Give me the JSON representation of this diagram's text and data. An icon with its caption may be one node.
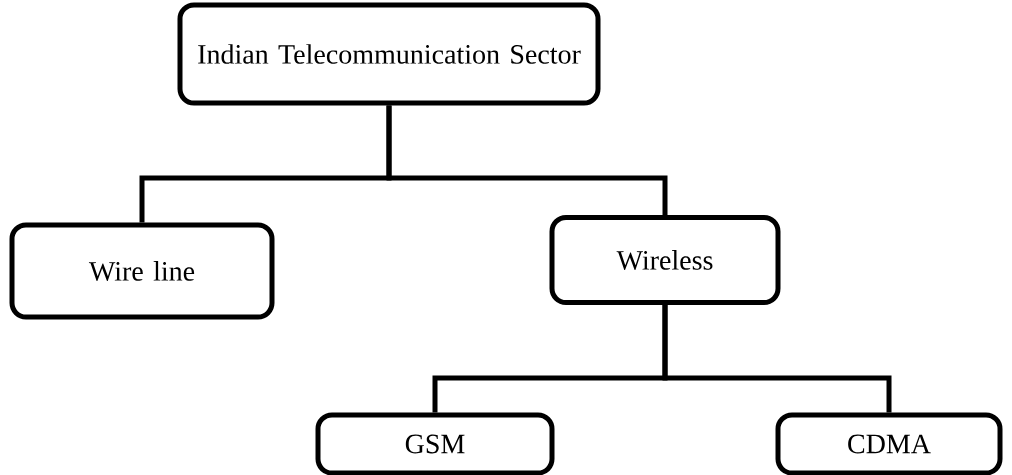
{
  "diagram": {
    "nodes": [
      {
        "text": [
          "Indian Telecommunication Sector"
        ]
      },
      {
        "text": [
          "Wire line"
        ]
      },
      {
        "text": [
          "Wireless"
        ]
      },
      {
        "text": [
          "GSM"
        ]
      },
      {
        "text": [
          "CDMA"
        ]
      }
    ],
    "edges": [
      {
        "from": 0,
        "to": 1,
        "arrow": "none"
      },
      {
        "from": 0,
        "to": 2,
        "arrow": "none"
      },
      {
        "from": 2,
        "to": 3,
        "arrow": "none"
      },
      {
        "from": 2,
        "to": 4,
        "arrow": "none"
      }
    ]
  }
}
